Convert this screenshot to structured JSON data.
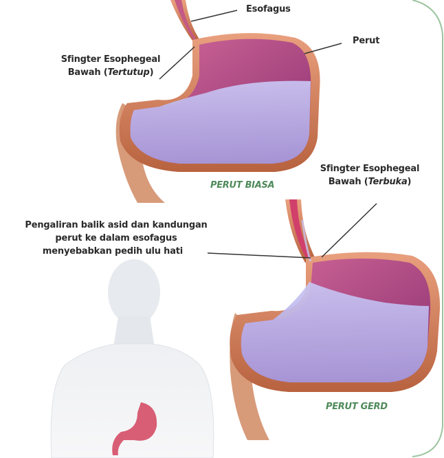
{
  "labels": {
    "esofagus": "Esofagus",
    "perut": "Perut",
    "sfingter_closed_line1": "Sfingter Esophegeal",
    "sfingter_closed_line2_prefix": "Bawah (",
    "sfingter_closed_state": "Tertutup",
    "sfingter_closed_line2_suffix": ")",
    "sfingter_open_line1": "Sfingter Esophegeal",
    "sfingter_open_line2_prefix": "Bawah (",
    "sfingter_open_state": "Terbuka",
    "sfingter_open_line2_suffix": ")",
    "reflux_line1": "Pengaliran balik asid dan kandungan",
    "reflux_line2": "perut ke dalam esofagus",
    "reflux_line3": "menyebabkan pedih ulu hati"
  },
  "captions": {
    "normal": "PERUT BIASA",
    "gerd": "PERUT GERD"
  },
  "colors": {
    "caption_green": "#4f8a5b",
    "border_green": "#9cc49f",
    "stomach_wall": "#d9896a",
    "stomach_inner": "#b84a86",
    "acid": "#b7b3ec"
  }
}
